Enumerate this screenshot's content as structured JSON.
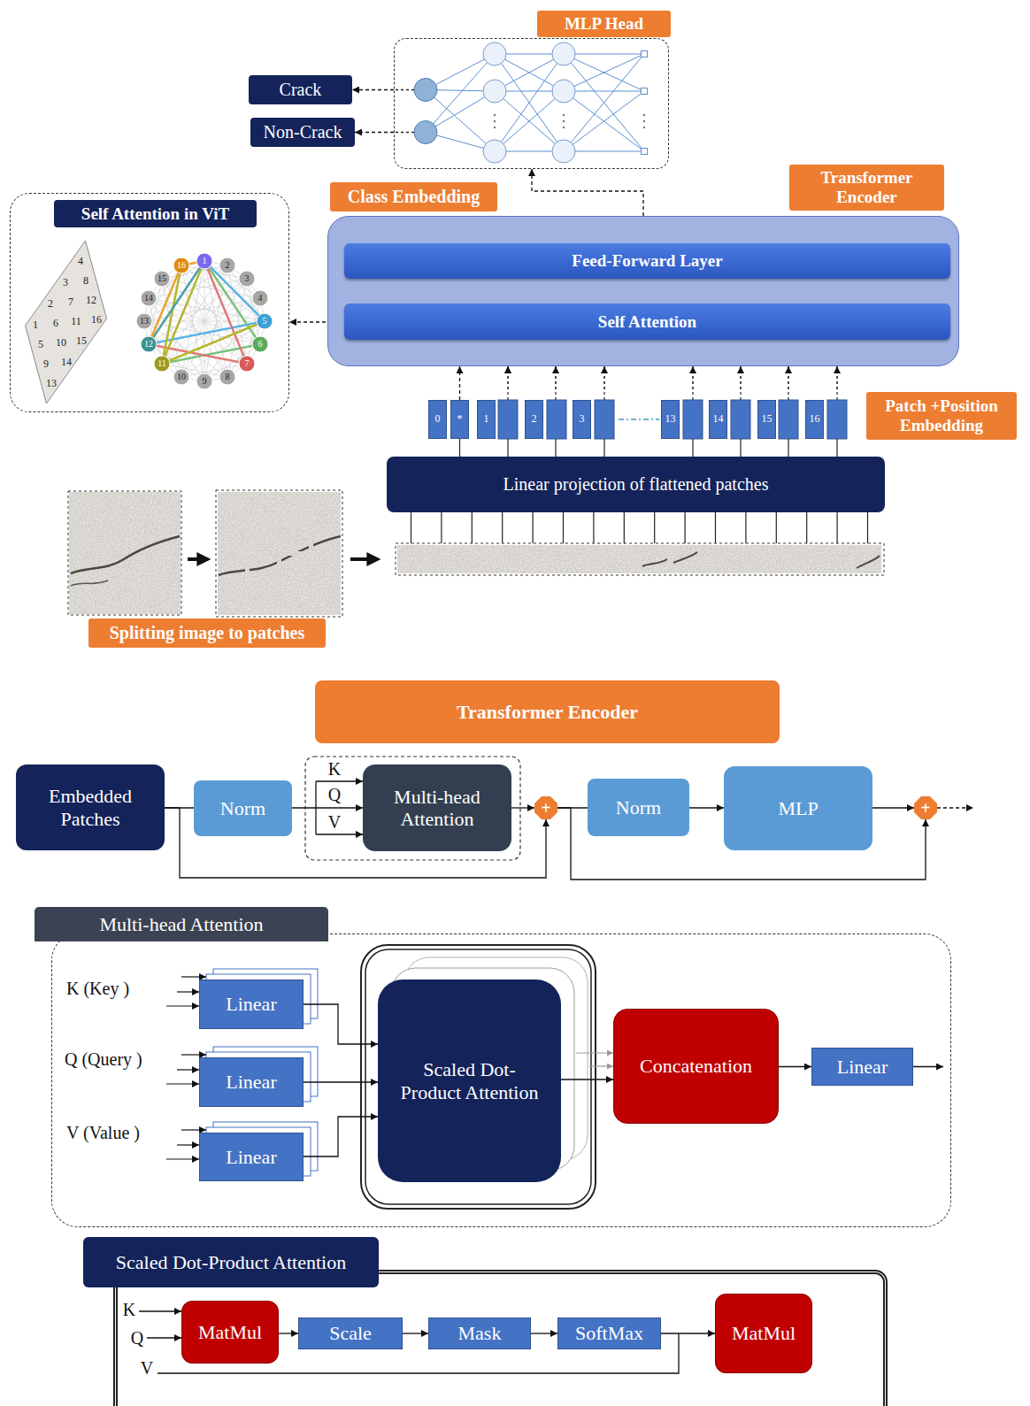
{
  "diagram": {
    "nodes": [
      {
        "text": [
          "MLP Head"
        ]
      },
      {
        "text": [
          "Crack"
        ]
      },
      {
        "text": [
          "Non-Crack"
        ]
      },
      {
        "text": [
          "Self Attention in ViT"
        ]
      },
      {
        "text": [
          "Class Embedding"
        ]
      },
      {
        "text": [
          "Transformer Encoder"
        ]
      },
      {
        "text": [
          "Feed-Forward Layer"
        ],
        "in": 5
      },
      {
        "text": [
          "Self Attention"
        ],
        "in": 5
      },
      {
        "text": [
          "0"
        ]
      },
      {
        "text": [
          "*"
        ]
      },
      {
        "text": [
          "1"
        ]
      },
      {
        "text": [
          "2"
        ]
      },
      {
        "text": [
          "3"
        ]
      },
      {
        "text": [
          "13"
        ]
      },
      {
        "text": [
          "14"
        ]
      },
      {
        "text": [
          "15"
        ]
      },
      {
        "text": [
          "16"
        ]
      },
      {
        "text": [
          "Patch +Position Embedding"
        ]
      },
      {
        "text": [
          "Linear projection of flattened patches"
        ]
      },
      {
        "text": [
          "Splitting image to patches"
        ]
      },
      {
        "text": [
          "Transformer Encoder"
        ]
      },
      {
        "text": [
          "Embedded Patches"
        ]
      },
      {
        "text": [
          "Norm"
        ]
      },
      {
        "text": [
          "Multi-head Attention"
        ]
      },
      {
        "text": [
          "+"
        ]
      },
      {
        "text": [
          "Norm"
        ]
      },
      {
        "text": [
          "MLP"
        ]
      },
      {
        "text": [
          "+"
        ]
      },
      {
        "text": [
          "Multi-head Attention"
        ]
      },
      {
        "text": [
          "Linear"
        ],
        "in": 28
      },
      {
        "text": [
          "Linear"
        ],
        "in": 28
      },
      {
        "text": [
          "Linear"
        ],
        "in": 28
      },
      {
        "text": [
          "Scaled Dot-Product Attention"
        ],
        "in": 28
      },
      {
        "text": [
          "Concatenation"
        ],
        "in": 28
      },
      {
        "text": [
          "Linear"
        ],
        "in": 28
      },
      {
        "text": [
          "Scaled Dot-Product Attention"
        ]
      },
      {
        "text": [
          "MatMul"
        ],
        "in": 35
      },
      {
        "text": [
          "Scale"
        ],
        "in": 35
      },
      {
        "text": [
          "Mask"
        ],
        "in": 35
      },
      {
        "text": [
          "SoftMax"
        ],
        "in": 35
      },
      {
        "text": [
          "MatMul"
        ],
        "in": 35
      }
    ],
    "edges": [
      {
        "from": 0,
        "to": 1,
        "arrow": "to"
      },
      {
        "from": 0,
        "to": 2,
        "arrow": "to"
      },
      {
        "from": 7,
        "to": 3,
        "arrow": "to"
      },
      {
        "from": 5,
        "to": 0,
        "arrow": "to"
      },
      {
        "from": 9,
        "to": 5,
        "arrow": "to"
      },
      {
        "from": 21,
        "to": 22,
        "arrow": "none"
      },
      {
        "from": 22,
        "to": 23,
        "arrow": "to"
      },
      {
        "from": 23,
        "to": 24,
        "arrow": "to"
      },
      {
        "from": 21,
        "to": 24,
        "arrow": "to"
      },
      {
        "from": 24,
        "to": 25,
        "arrow": "none"
      },
      {
        "from": 25,
        "to": 26,
        "arrow": "to"
      },
      {
        "from": 26,
        "to": 27,
        "arrow": "to"
      },
      {
        "from": 24,
        "to": 27,
        "arrow": "to"
      },
      {
        "from": 29,
        "to": 32,
        "arrow": "to"
      },
      {
        "from": 30,
        "to": 32,
        "arrow": "to"
      },
      {
        "from": 31,
        "to": 32,
        "arrow": "to"
      },
      {
        "from": 32,
        "to": 33,
        "arrow": "to"
      },
      {
        "from": 33,
        "to": 34,
        "arrow": "to"
      },
      {
        "from": 36,
        "to": 37,
        "arrow": "to"
      },
      {
        "from": 37,
        "to": 38,
        "arrow": "to"
      },
      {
        "from": 38,
        "to": 39,
        "arrow": "to"
      },
      {
        "from": 39,
        "to": 40,
        "arrow": "to"
      }
    ],
    "labels": [
      "1",
      "2",
      "3",
      "4",
      "5",
      "6",
      "7",
      "8",
      "9",
      "10",
      "11",
      "12",
      "13",
      "14",
      "15",
      "16",
      "1",
      "2",
      "3",
      "4",
      "5",
      "6",
      "7",
      "8",
      "9",
      "10",
      "11",
      "12",
      "13",
      "14",
      "15",
      "16",
      "K",
      "Q",
      "V",
      "K (Key )",
      "Q (Query )",
      "V (Value )",
      "K",
      "Q",
      "V"
    ]
  }
}
